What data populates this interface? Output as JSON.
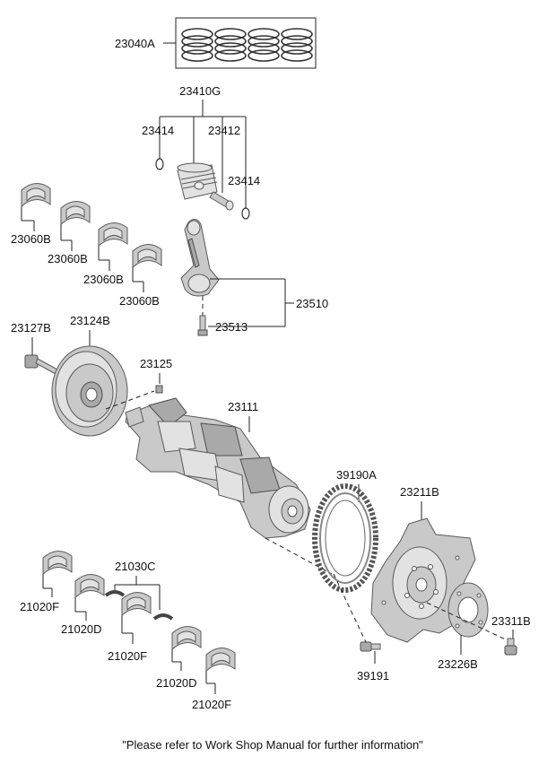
{
  "callouts": {
    "piston_ring_set": "23040A",
    "piston_assy": "23410G",
    "snap_ring_left": "23414",
    "piston_pin": "23412",
    "snap_ring_right": "23414",
    "bearing_1": "23060B",
    "bearing_2": "23060B",
    "bearing_3": "23060B",
    "bearing_4": "23060B",
    "conrod_assy": "23510",
    "conrod_bolt": "23513",
    "pulley_bolt": "23127B",
    "damper_pulley": "23124B",
    "woodruff_key": "23125",
    "crankshaft": "23111",
    "reluctor_ring": "39190A",
    "drive_plate": "23211B",
    "main_bearing_1": "21020F",
    "main_bearing_2": "21020D",
    "thrust_bearing": "21030C",
    "main_bearing_3": "21020F",
    "main_bearing_4": "21020D",
    "main_bearing_5": "21020F",
    "reluctor_bolt": "39191",
    "adapter_plate": "23226B",
    "flexplate_bolt": "23311B"
  },
  "footer": {
    "note": "\"Please refer to Work Shop Manual for further information\""
  }
}
